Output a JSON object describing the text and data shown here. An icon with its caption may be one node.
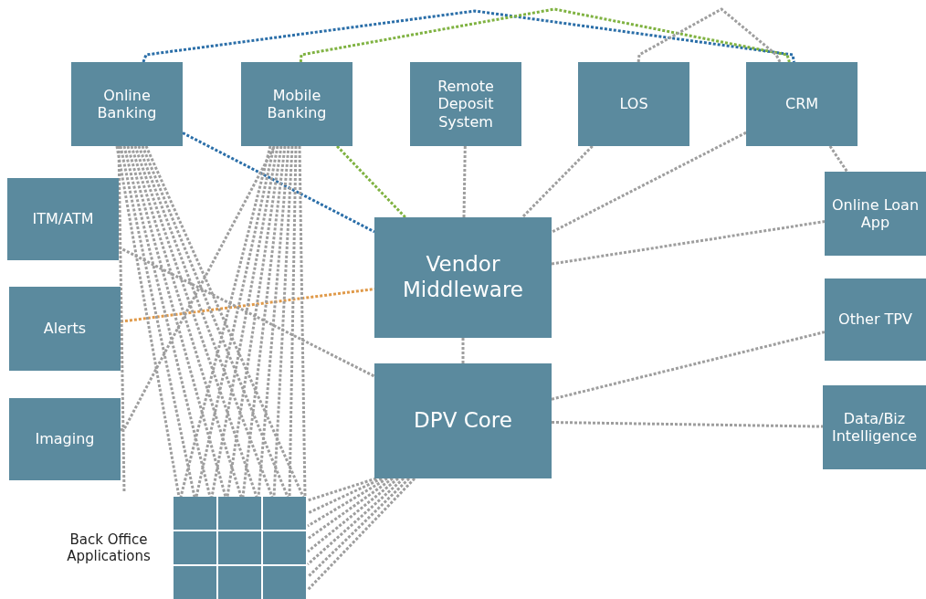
{
  "diagram": {
    "nodes": [
      {
        "text": [
          "Online Banking"
        ]
      },
      {
        "text": [
          "Mobile Banking"
        ]
      },
      {
        "text": [
          "Remote Deposit System"
        ]
      },
      {
        "text": [
          "LOS"
        ]
      },
      {
        "text": [
          "CRM"
        ]
      },
      {
        "text": [
          "ITM/ATM"
        ]
      },
      {
        "text": [
          "Alerts"
        ]
      },
      {
        "text": [
          "Imaging"
        ]
      },
      {
        "text": [
          "Vendor Middleware"
        ]
      },
      {
        "text": [
          "DPV Core"
        ]
      },
      {
        "text": [
          "Online Loan App"
        ]
      },
      {
        "text": [
          "Other TPV"
        ]
      },
      {
        "text": [
          "Data/Biz Intelligence"
        ]
      },
      {
        "text": [
          "Back Office Applications"
        ]
      }
    ],
    "edges": [
      {
        "from": 0,
        "to": 4,
        "arrow": "none",
        "color": "#2a6ea8"
      },
      {
        "from": 1,
        "to": 4,
        "arrow": "none",
        "color": "#7fb241"
      },
      {
        "from": 3,
        "to": 4,
        "arrow": "none"
      },
      {
        "from": 0,
        "to": 8,
        "arrow": "none",
        "color": "#2a6ea8"
      },
      {
        "from": 1,
        "to": 8,
        "arrow": "none",
        "color": "#7fb241"
      },
      {
        "from": 2,
        "to": 8,
        "arrow": "none"
      },
      {
        "from": 3,
        "to": 8,
        "arrow": "none"
      },
      {
        "from": 4,
        "to": 8,
        "arrow": "none"
      },
      {
        "from": 4,
        "to": 10,
        "arrow": "none"
      },
      {
        "from": 8,
        "to": 10,
        "arrow": "none"
      },
      {
        "from": 6,
        "to": 8,
        "arrow": "none",
        "color": "#e09a4a"
      },
      {
        "from": 8,
        "to": 9,
        "arrow": "none"
      },
      {
        "from": 5,
        "to": 9,
        "arrow": "none"
      },
      {
        "from": 7,
        "to": 1,
        "arrow": "none"
      },
      {
        "from": 9,
        "to": 11,
        "arrow": "none"
      },
      {
        "from": 9,
        "to": 12,
        "arrow": "none"
      },
      {
        "from": 0,
        "to": 13,
        "arrow": "none"
      },
      {
        "from": 1,
        "to": 13,
        "arrow": "none"
      },
      {
        "from": 9,
        "to": 13,
        "arrow": "none"
      }
    ]
  }
}
